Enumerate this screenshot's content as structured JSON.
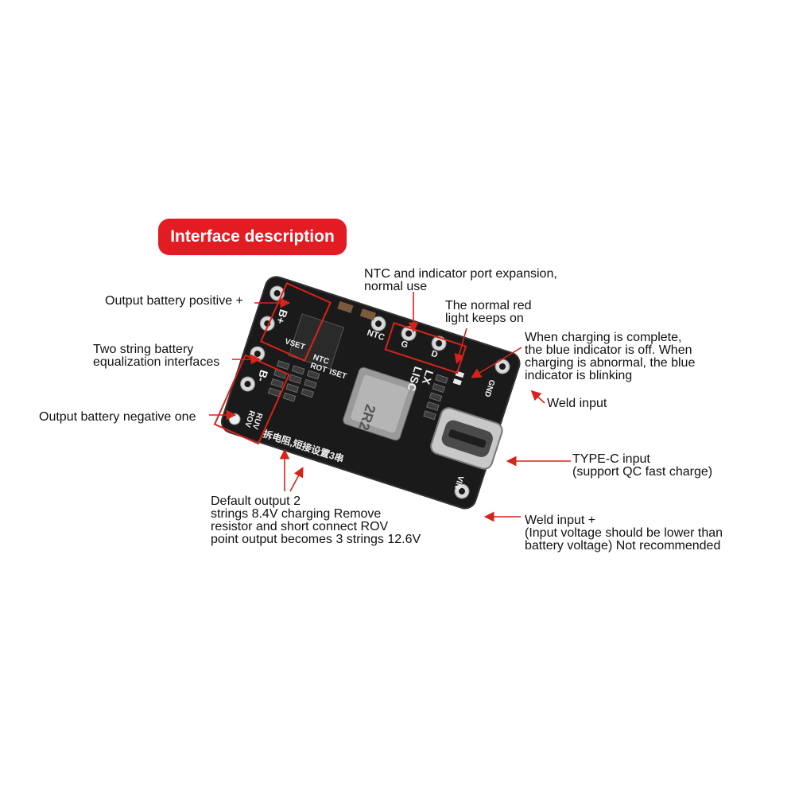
{
  "title": "Interface description",
  "colors": {
    "accent": "#e31b23",
    "pcb": "#1a1a1a",
    "arrow": "#d6231b"
  },
  "annotations": {
    "ntc_expansion": "NTC and indicator port expansion,\nnormal use",
    "red_light": "The normal red\nlight keeps on",
    "blue_indicator": "When charging is complete,\nthe blue indicator is off. When\ncharging is abnormal, the blue\nindicator is blinking",
    "output_positive": "Output battery positive +",
    "equalization": "Two string battery\nequalization interfaces",
    "output_negative": "Output battery negative one",
    "weld_input": "Weld input",
    "type_c": "TYPE-C input\n(support QC fast charge)",
    "weld_input_plus": "Weld input +\n(Input voltage should be lower than\nbattery voltage) Not recommended",
    "default_output": "Default output 2\nstrings 8.4V charging Remove\nresistor and short connect ROV\npoint output becomes 3 strings 12.6V"
  },
  "board_labels": {
    "b_plus": "B+",
    "b_minus": "B-",
    "ntc_top": "NTC",
    "g": "G",
    "d": "D",
    "vset": "VSET",
    "ntc": "NTC",
    "rot": "ROT",
    "iset": "ISET",
    "rov": "ROV",
    "ruv": "RUV",
    "lisc": "LISC",
    "lx": "LX",
    "gnd": "GND",
    "vin": "VIN",
    "inductor": "2R2",
    "chinese_note": "拆电阻,短接设置3串"
  }
}
